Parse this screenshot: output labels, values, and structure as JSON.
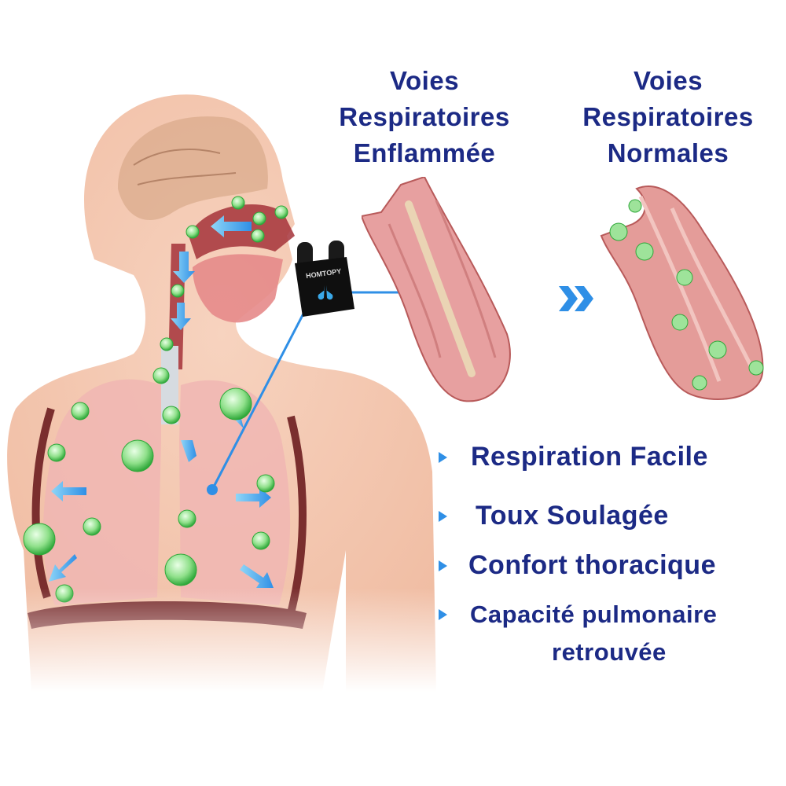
{
  "headings": {
    "inflamed": {
      "lines": [
        "Voies",
        "Respiratoires",
        "Enflammée"
      ]
    },
    "normal": {
      "lines": [
        "Voies",
        "Respiratoires",
        "Normales"
      ]
    }
  },
  "device": {
    "brand": "HOMTOPY",
    "icon": "lungs-icon"
  },
  "transition_icon": "double-chevron-right-icon",
  "benefits": [
    {
      "label": "Respiration Facile"
    },
    {
      "label": "Toux Soulagée"
    },
    {
      "label": "Confort thoracique"
    },
    {
      "label": "Capacité pulmonaire",
      "continuation": "retrouvée"
    }
  ],
  "colors": {
    "text": "#1c2a85",
    "accent_blue": "#2f8fe6",
    "skin": "#f6cdb6",
    "tissue": "#e29a9a",
    "molecule_green": "#3cb54a"
  }
}
